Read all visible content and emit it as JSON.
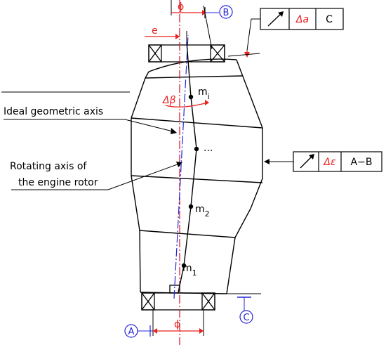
{
  "labels": {
    "ideal_axis": "Ideal geometric axis",
    "rotating_axis_line1": "Rotating axis of",
    "rotating_axis_line2": "the engine rotor",
    "mass_i": "m",
    "mass_i_sub": "i",
    "mass_dots": "...",
    "mass_2": "m",
    "mass_2_sub": "2",
    "mass_1": "m",
    "mass_1_sub": "1",
    "eccentricity": "e",
    "angle": "Δβ",
    "phi_top": "ϕ",
    "phi_bottom": "ϕ"
  },
  "datums": {
    "A": "A",
    "B": "B",
    "C": "C"
  },
  "tolerance_frames": {
    "top": {
      "symbol": "runout-arrow-icon",
      "value": "Δa",
      "datum": "C"
    },
    "right": {
      "symbol": "runout-arrow-icon",
      "value": "Δε",
      "datum": "A−B"
    }
  },
  "colors": {
    "outline": "#000000",
    "dimension": "#e8201f",
    "ideal_axis": "#d0102a",
    "rotating_axis": "#2525d6"
  }
}
